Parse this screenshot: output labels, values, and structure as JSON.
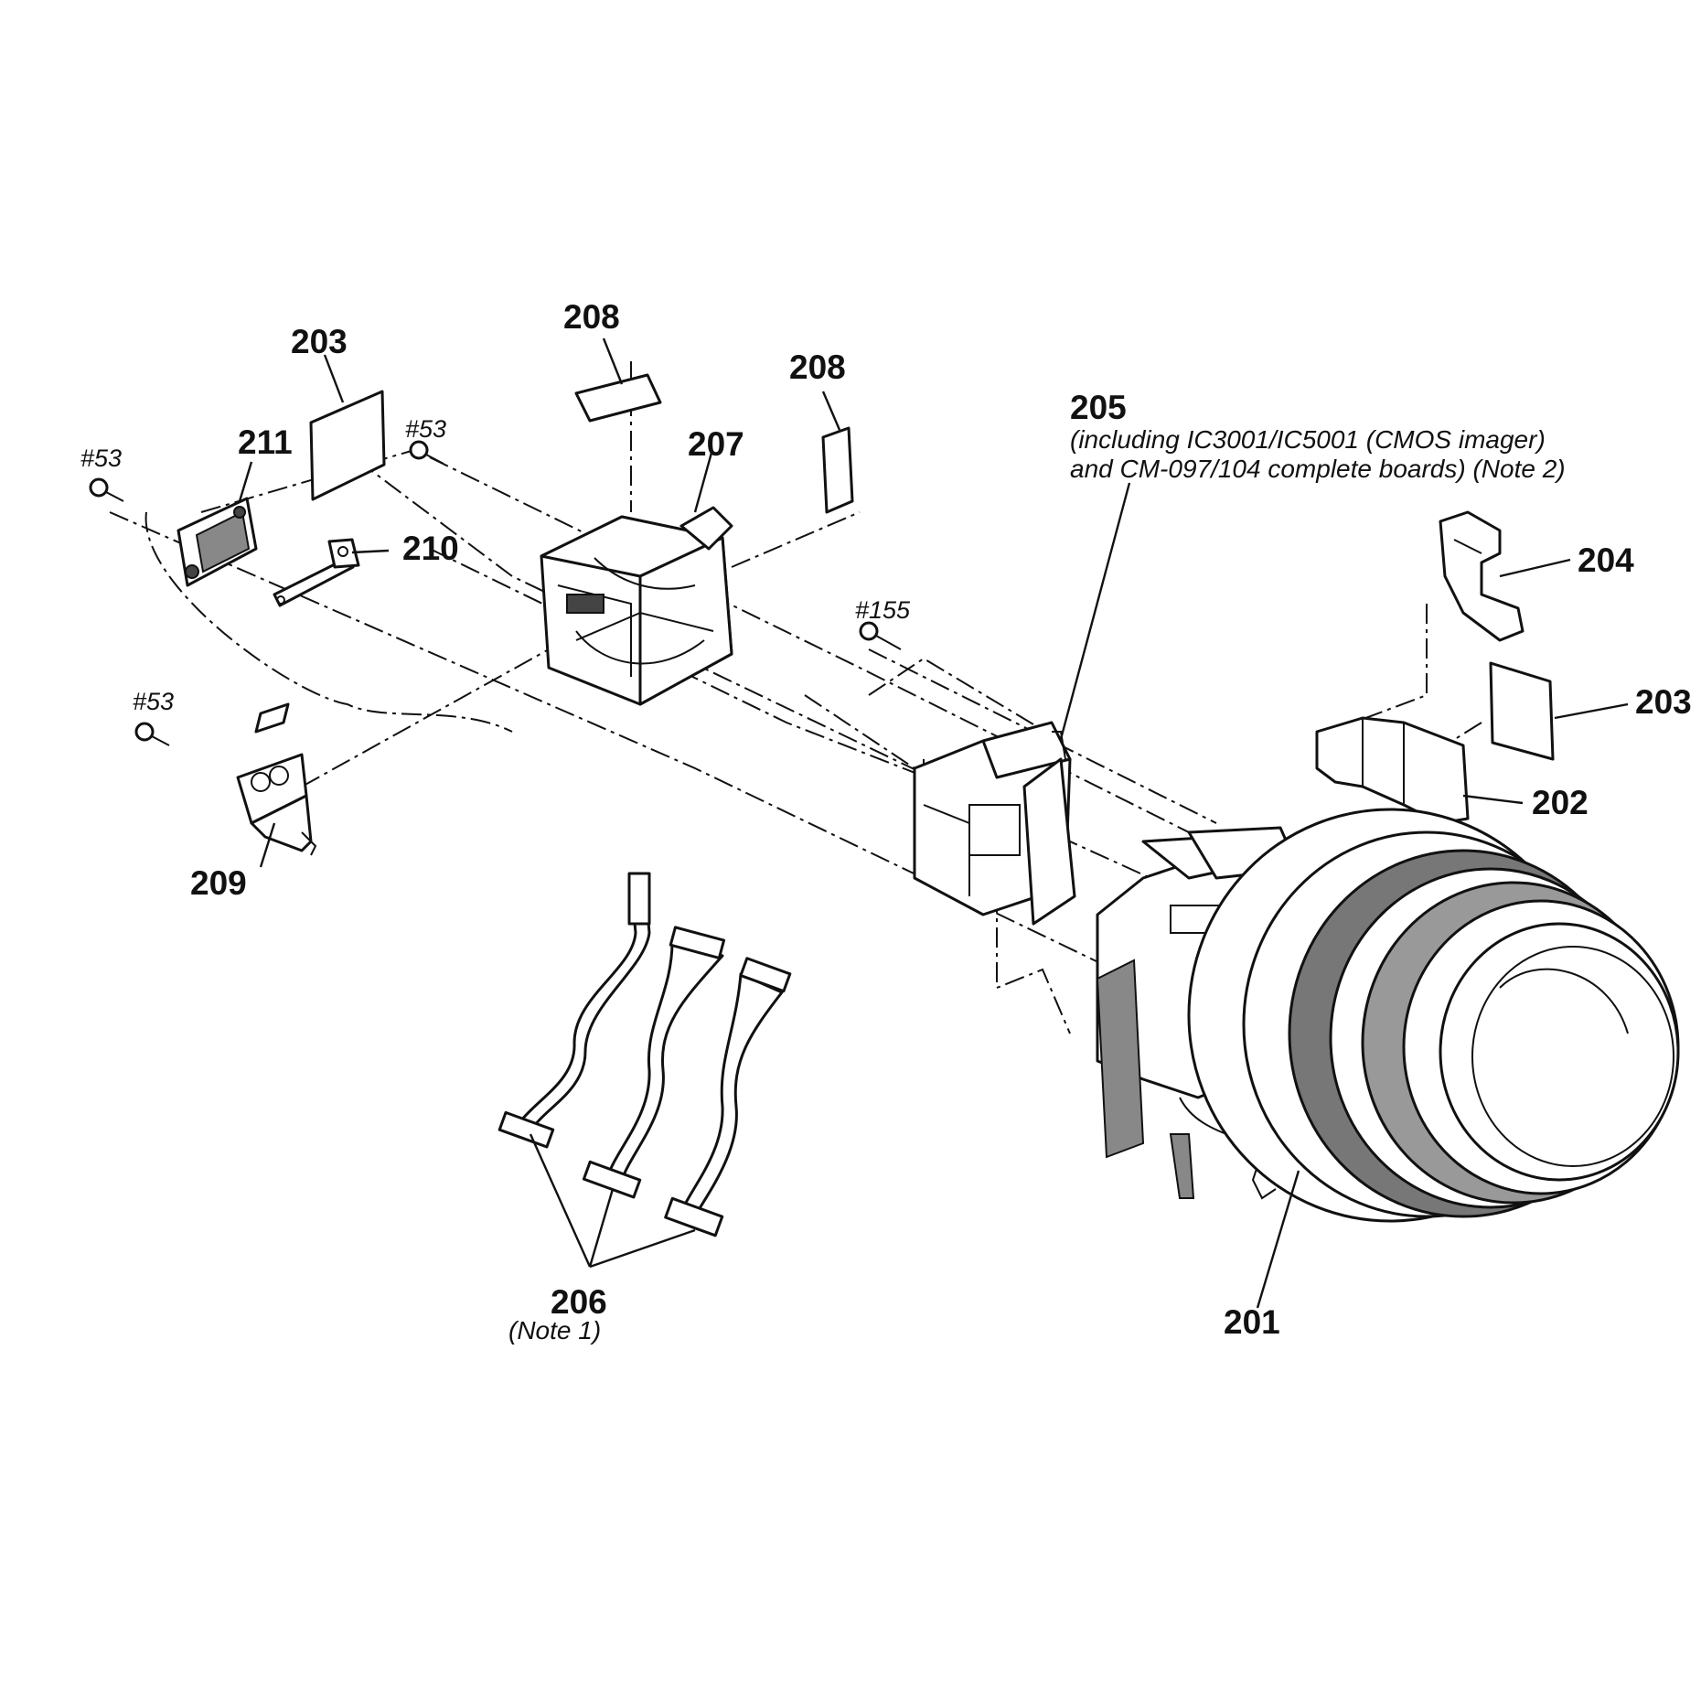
{
  "labels": {
    "p201": "201",
    "p202": "202",
    "p203_left": "203",
    "p203_right": "203",
    "p204": "204",
    "p205": "205",
    "p205_note_line1": "(including IC3001/IC5001 (CMOS imager)",
    "p205_note_line2": "and CM-097/104 complete boards) (Note 2)",
    "p206": "206",
    "p206_note": "(Note 1)",
    "p207": "207",
    "p208_top": "208",
    "p208_right": "208",
    "p209": "209",
    "p210": "210",
    "p211": "211",
    "s53_a": "#53",
    "s53_b": "#53",
    "s53_c": "#53",
    "s155": "#155"
  }
}
